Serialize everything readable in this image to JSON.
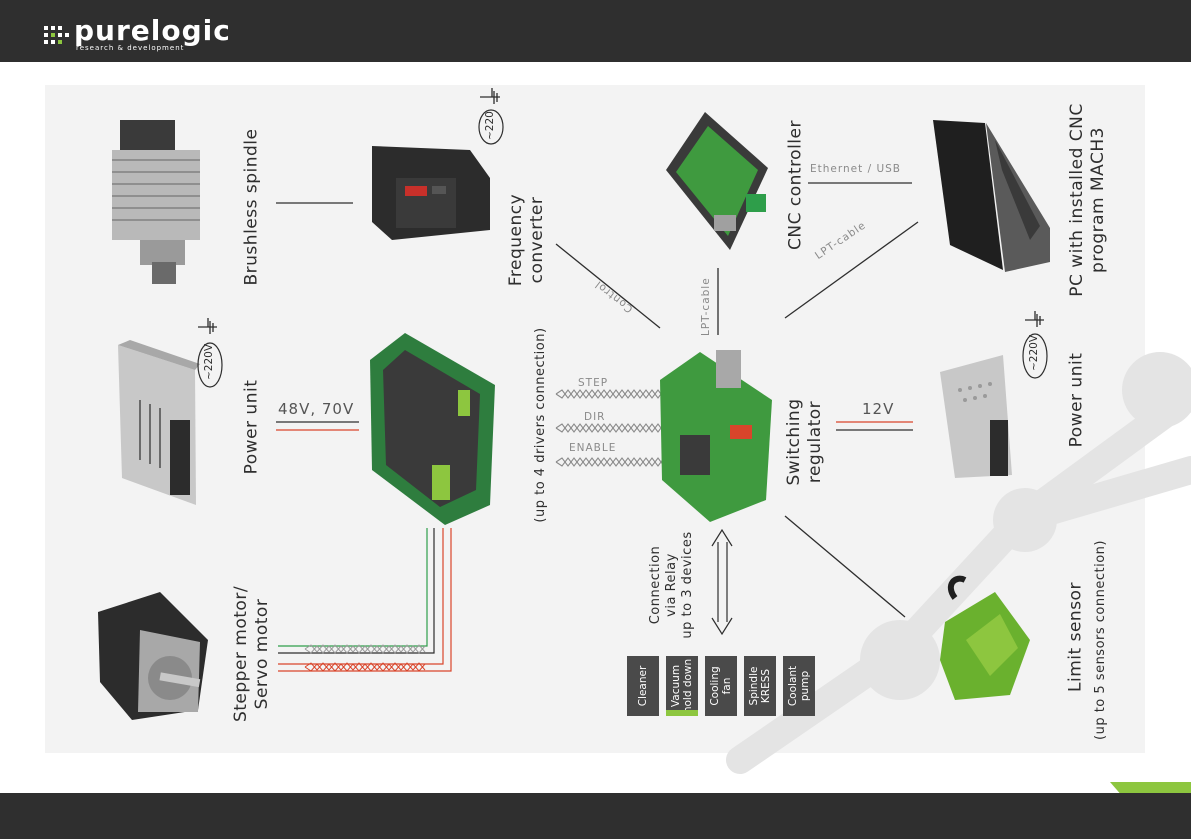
{
  "brand": {
    "name": "purelogic",
    "tagline": "research & development"
  },
  "colors": {
    "header": "#2f2f2f",
    "accent": "#8dc63f",
    "panel": "#f3f3f3",
    "device_box": "#4a4a4a",
    "red_wire": "#d9452b",
    "green_wire": "#2e9e4a",
    "twisted_wire": "#9a9a9a"
  },
  "labels": {
    "brushless_spindle": "Brushless spindle",
    "frequency_converter": "Frequency\nconverter",
    "cnc_controller": "CNC controller",
    "pc": "PC with installed CNC\nprogram MACH3",
    "power_unit_left": "Power unit",
    "power_unit_right": "Power unit",
    "switching_regulator": "Switching\nregulator",
    "stepper_motor": "Stepper motor/\nServo motor",
    "limit_sensor": "Limit sensor",
    "limit_sensor_note": "(up to 5 sensors connection)",
    "drivers_note": "(up to 4 drivers connection)",
    "relay_connection": "Connection\nvia Relay\nup to 3 devices"
  },
  "connections": {
    "ethernet_usb": "Ethernet / USB",
    "lpt_cable_right": "LPT-cable",
    "lpt_cable_vertical": "LPT-cable",
    "control": "Control",
    "step": "STEP",
    "dir": "DIR",
    "enable": "ENABLE",
    "voltage_48_70": "48V, 70V",
    "voltage_12": "12V"
  },
  "power_inputs": {
    "freq_converter": "~220",
    "power_unit_left": "~220V",
    "power_unit_right": "~220V"
  },
  "relay_devices": [
    "Cleaner",
    "Vacuum\nhold down",
    "Cooling\nfan",
    "Spindle\nKRESS",
    "Coolant\npump"
  ]
}
